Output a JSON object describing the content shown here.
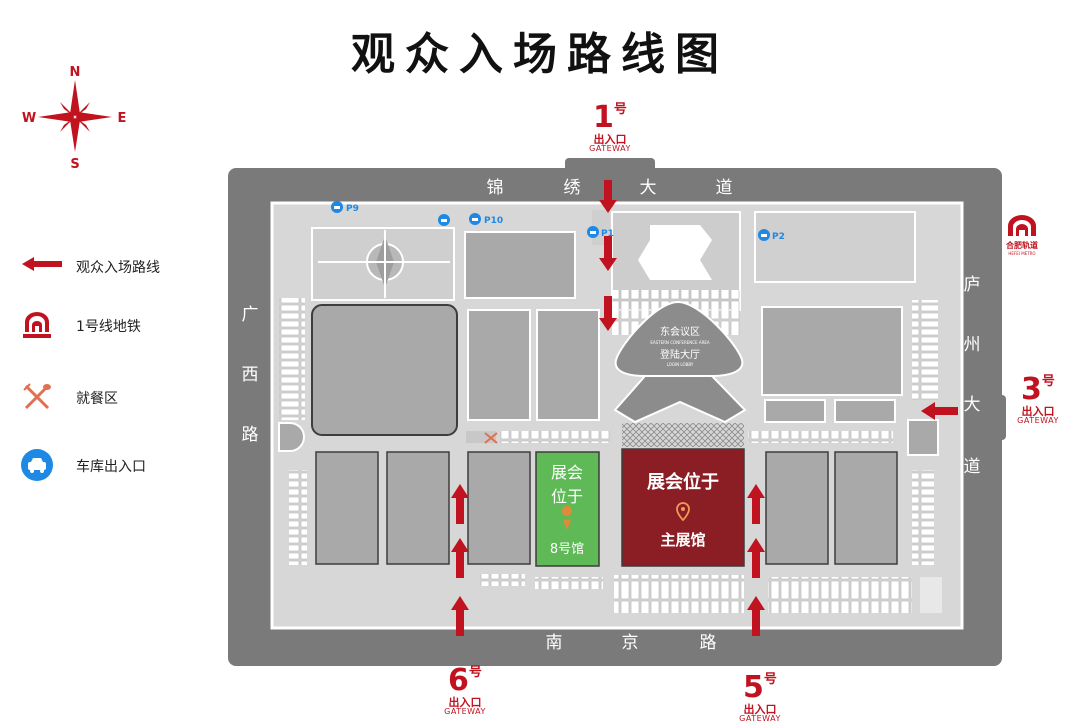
{
  "title": "观众入场路线图",
  "compass": {
    "n": "N",
    "s": "S",
    "e": "E",
    "w": "W"
  },
  "legend": {
    "route": "观众入场路线",
    "metro": "1号线地铁",
    "dining": "就餐区",
    "parking": "车库出入口"
  },
  "roads": {
    "north": [
      "锦",
      "绣",
      "大",
      "道"
    ],
    "south": [
      "南",
      "京",
      "路"
    ],
    "west": [
      "广",
      "西",
      "路"
    ],
    "east": [
      "庐",
      "州",
      "大",
      "道"
    ]
  },
  "gates": [
    {
      "num": "1",
      "hao": "号",
      "exit": "出入口",
      "gw": "GATEWAY"
    },
    {
      "num": "3",
      "hao": "号",
      "exit": "出入口",
      "gw": "GATEWAY"
    },
    {
      "num": "6",
      "hao": "号",
      "exit": "出入口",
      "gw": "GATEWAY"
    },
    {
      "num": "5",
      "hao": "号",
      "exit": "出入口",
      "gw": "GATEWAY"
    }
  ],
  "parking": [
    "P9",
    "P10",
    "P1",
    "P2"
  ],
  "metro_logo": {
    "cn": "合肥轨道",
    "en": "HEFEI METRO"
  },
  "east_hall": {
    "cn": "东会议区",
    "en": "EASTERN CONFERENCE AREA",
    "lobby_cn": "登陆大厅",
    "lobby_en": "LOGIN LOBBY"
  },
  "hall8": {
    "line1": "展会",
    "line2": "位于",
    "name": "8号馆"
  },
  "main_hall": {
    "line1": "展会位于",
    "name": "主展馆"
  },
  "colors": {
    "route_red": "#c1121f",
    "main_hall": "#8b1e24",
    "hall8": "#5fb957",
    "road": "#7a7a7a",
    "building": "#a9a9a9",
    "parking_blue": "#1e88e5"
  }
}
